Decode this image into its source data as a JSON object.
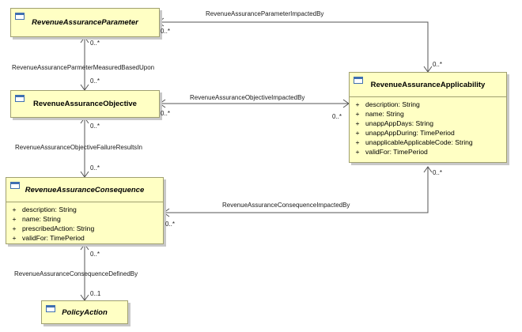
{
  "classes": {
    "parameter": {
      "name": "RevenueAssuranceParameter",
      "attributes": []
    },
    "objective": {
      "name": "RevenueAssuranceObjective",
      "attributes": []
    },
    "consequence": {
      "name": "RevenueAssuranceConsequence",
      "attributes": [
        {
          "vis": "+",
          "text": "description: String"
        },
        {
          "vis": "+",
          "text": "name: String"
        },
        {
          "vis": "+",
          "text": "prescribedAction: String"
        },
        {
          "vis": "+",
          "text": "validFor: TimePeriod"
        }
      ]
    },
    "policy": {
      "name": "PolicyAction",
      "attributes": []
    },
    "applicability": {
      "name": "RevenueAssuranceApplicability",
      "attributes": [
        {
          "vis": "+",
          "text": "description: String"
        },
        {
          "vis": "+",
          "text": "name: String"
        },
        {
          "vis": "+",
          "text": "unappAppDays: String"
        },
        {
          "vis": "+",
          "text": "unappAppDuring: TimePeriod"
        },
        {
          "vis": "+",
          "text": "unapplicableApplicableCode: String"
        },
        {
          "vis": "+",
          "text": "validFor: TimePeriod"
        }
      ]
    }
  },
  "associations": {
    "param_impacted": {
      "label": "RevenueAssuranceParameterImpactedBy",
      "source_mult": "0..*",
      "target_mult": "0..*"
    },
    "param_measured": {
      "label": "RevenueAssuranceParmeterMeasuredBasedUpon",
      "source_mult": "0..*",
      "target_mult": "0..*"
    },
    "objective_impacted": {
      "label": "RevenueAssuranceObjectiveImpactedBy",
      "source_mult": "0..*",
      "target_mult": "0..*"
    },
    "objective_failure": {
      "label": "RevenueAssuranceObjectiveFailureResultsIn",
      "source_mult": "0..*",
      "target_mult": "0..*"
    },
    "consequence_impacted": {
      "label": "RevenueAssuranceConsequenceImpactedBy",
      "source_mult": "0..*",
      "target_mult": "0..*"
    },
    "consequence_defined": {
      "label": "RevenueAssuranceConsequenceDefinedBy",
      "source_mult": "0..*",
      "target_mult": "0..1"
    }
  },
  "colors": {
    "class_fill": "#ffffc4",
    "class_border": "#a0a070",
    "line": "#555555",
    "icon": "#3f6fb0"
  }
}
